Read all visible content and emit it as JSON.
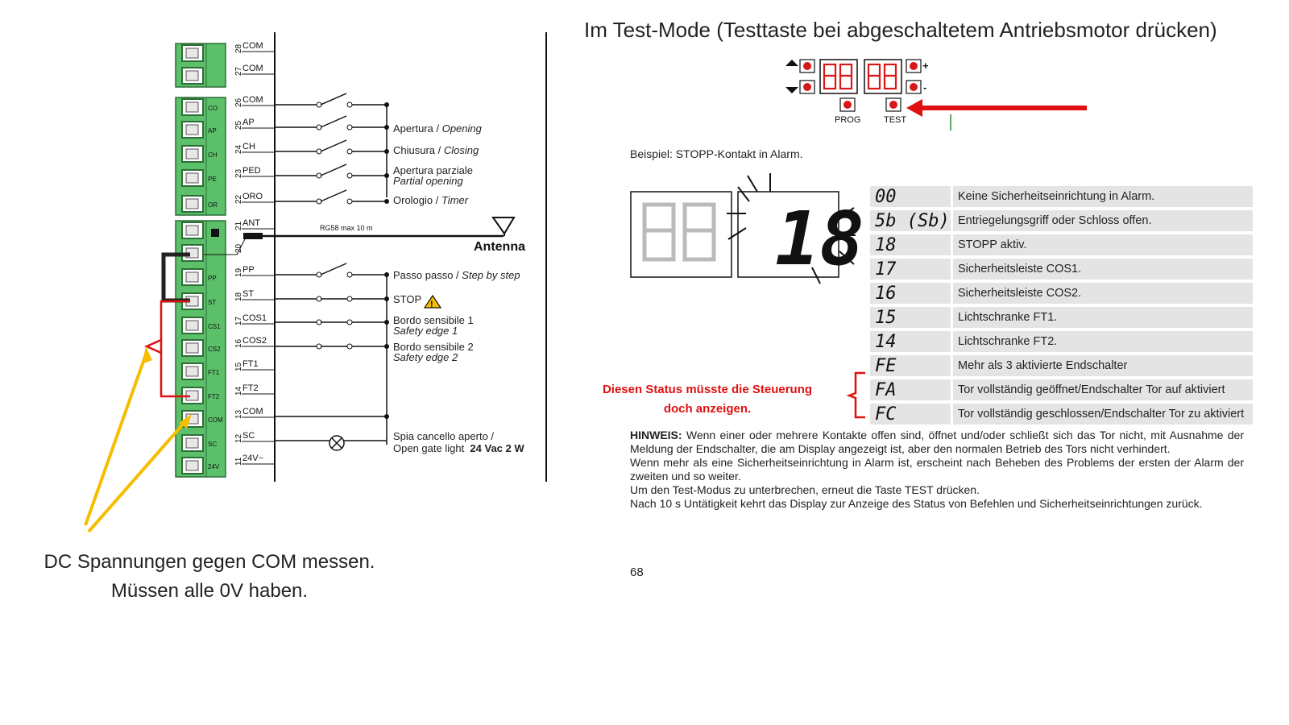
{
  "title": "Im Test-Mode (Testtaste bei abgeschaltetem Antriebsmotor drücken)",
  "note_dc": {
    "line1": "DC Spannungen gegen COM messen.",
    "line2": "Müssen alle 0V haben."
  },
  "terminals": [
    {
      "num": "28",
      "name": "COM",
      "code": ""
    },
    {
      "num": "27",
      "name": "COM",
      "code": ""
    },
    {
      "num": "26",
      "name": "COM",
      "code": "CO"
    },
    {
      "num": "25",
      "name": "AP",
      "code": "AP"
    },
    {
      "num": "24",
      "name": "CH",
      "code": "CH"
    },
    {
      "num": "23",
      "name": "PED",
      "code": "PE"
    },
    {
      "num": "22",
      "name": "ORO",
      "code": "OR"
    },
    {
      "num": "21",
      "name": "ANT",
      "code": ""
    },
    {
      "num": "20",
      "name": "",
      "code": ""
    },
    {
      "num": "19",
      "name": "PP",
      "code": "PP"
    },
    {
      "num": "18",
      "name": "ST",
      "code": "ST"
    },
    {
      "num": "17",
      "name": "COS1",
      "code": "CS1"
    },
    {
      "num": "16",
      "name": "COS2",
      "code": "CS2"
    },
    {
      "num": "15",
      "name": "FT1",
      "code": "FT1"
    },
    {
      "num": "14",
      "name": "FT2",
      "code": "FT2"
    },
    {
      "num": "13",
      "name": "COM",
      "code": "COM"
    },
    {
      "num": "12",
      "name": "SC",
      "code": "SC"
    },
    {
      "num": "11",
      "name": "24V~",
      "code": "24V"
    }
  ],
  "labels": {
    "apertura": "Apertura / ",
    "apertura_en": "Opening",
    "chiusura": "Chiusura / ",
    "chiusura_en": "Closing",
    "apertura_parziale": "Apertura parziale",
    "apertura_parziale_en": "Partial opening",
    "orologio": "Orologio / ",
    "orologio_en": "Timer",
    "rg58": "RG58 max 10 m",
    "antenna": "Antenna",
    "passo": "Passo passo / ",
    "passo_en": "Step by step",
    "stop": "STOP",
    "bordo1": "Bordo sensibile 1",
    "bordo1_en": "Safety edge 1",
    "bordo2": "Bordo sensibile 2",
    "bordo2_en": "Safety edge 2",
    "spia": "Spia cancello aperto /",
    "spia_en": "Open gate light",
    "spia_power": "24 Vac 2 W"
  },
  "keypad": {
    "prog": "PROG",
    "test": "TEST",
    "plus": "+",
    "minus": "-"
  },
  "beispiel": "Beispiel: STOPP-Kontakt in Alarm.",
  "display_value": "18",
  "status_codes": [
    {
      "code": "00",
      "desc": "Keine Sicherheitseinrichtung in Alarm."
    },
    {
      "code": "5b (Sb)",
      "desc": "Entriegelungsgriff oder Schloss offen."
    },
    {
      "code": "18",
      "desc": "STOPP aktiv."
    },
    {
      "code": "17",
      "desc": "Sicherheitsleiste COS1."
    },
    {
      "code": "16",
      "desc": "Sicherheitsleiste COS2."
    },
    {
      "code": "15",
      "desc": "Lichtschranke FT1."
    },
    {
      "code": "14",
      "desc": "Lichtschranke FT2."
    },
    {
      "code": "FE",
      "desc": "Mehr als 3 aktivierte Endschalter"
    },
    {
      "code": "FA",
      "desc": "Tor vollständig geöffnet/Endschalter Tor auf aktiviert"
    },
    {
      "code": "FC",
      "desc": "Tor vollständig geschlossen/Endschalter Tor zu aktiviert"
    }
  ],
  "status_note": {
    "line1": "Diesen Status müsste die Steuerung",
    "line2": "doch anzeigen."
  },
  "hinweis": {
    "label": "HINWEIS:",
    "p1": " Wenn einer oder mehrere Kontakte offen sind, öffnet und/oder schließt sich das Tor nicht, mit Ausnahme der Meldung der Endschalter, die am Display angezeigt ist, aber den normalen Betrieb des Tors nicht verhindert.",
    "p2": "Wenn mehr als eine Sicherheitseinrichtung in Alarm ist, erscheint nach Beheben des Problems der ersten der Alarm der zweiten und so weiter.",
    "p3": "Um den Test-Modus zu unterbrechen, erneut die Taste TEST drücken.",
    "p4": "Nach 10 s Untätigkeit kehrt das Display zur Anzeige des Status von Befehlen und Sicherheitseinrichtungen zurück."
  },
  "page_number": "68",
  "colors": {
    "terminal_green": "#5cbf6a",
    "red": "#e01010",
    "arrow_yellow": "#f5be00",
    "led_red": "#d81818"
  }
}
